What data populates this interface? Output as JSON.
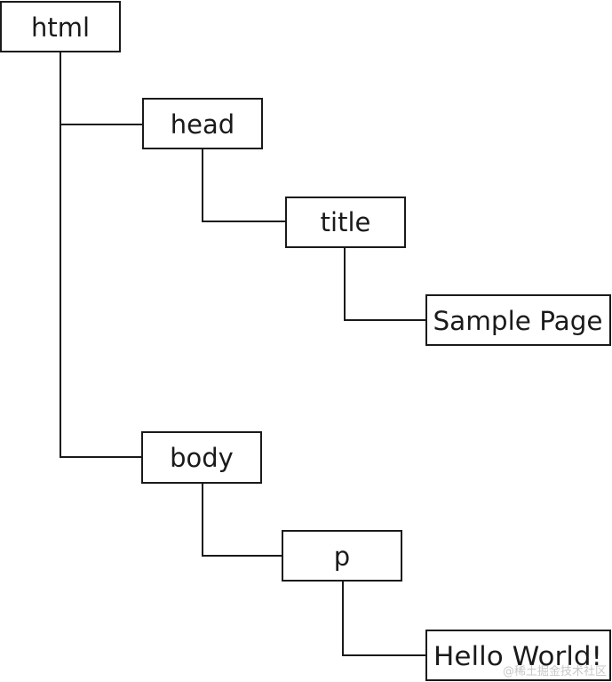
{
  "diagram": {
    "nodes": [
      {
        "id": "html",
        "label": "html"
      },
      {
        "id": "head",
        "label": "head"
      },
      {
        "id": "title",
        "label": "title"
      },
      {
        "id": "sample",
        "label": "Sample Page"
      },
      {
        "id": "body",
        "label": "body"
      },
      {
        "id": "p",
        "label": "p"
      },
      {
        "id": "hello",
        "label": "Hello World!"
      }
    ],
    "edges": [
      {
        "from": "html",
        "to": "head"
      },
      {
        "from": "html",
        "to": "body"
      },
      {
        "from": "head",
        "to": "title"
      },
      {
        "from": "title",
        "to": "sample"
      },
      {
        "from": "body",
        "to": "p"
      },
      {
        "from": "p",
        "to": "hello"
      }
    ]
  },
  "watermark": "@稀土掘金技术社区"
}
